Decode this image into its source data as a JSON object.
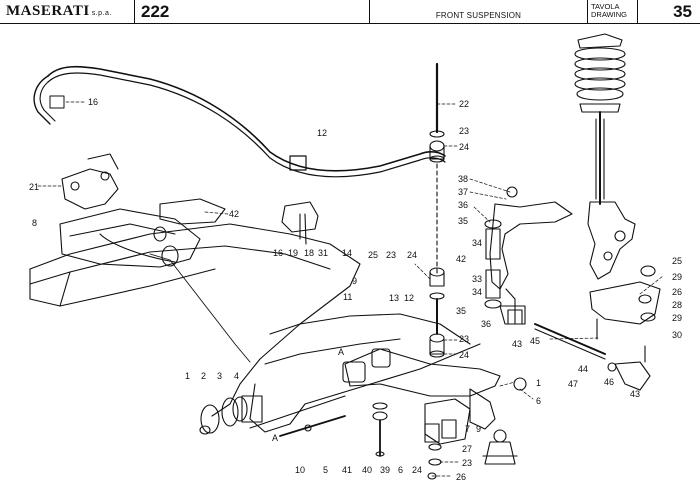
{
  "header": {
    "brand": "MASERATI",
    "brand_suffix": "s.p.a.",
    "page_number": "222",
    "section_title": "FRONT SUSPENSION",
    "label_it": "TAVOLA",
    "label_en": "DRAWING",
    "drawing_number": "35"
  },
  "callouts": [
    {
      "id": "c1",
      "text": "16"
    },
    {
      "id": "c2",
      "text": "12"
    },
    {
      "id": "c3",
      "text": "22"
    },
    {
      "id": "c4",
      "text": "23"
    },
    {
      "id": "c5",
      "text": "24"
    },
    {
      "id": "c6",
      "text": "21"
    },
    {
      "id": "c7",
      "text": "8"
    },
    {
      "id": "c8",
      "text": "42"
    },
    {
      "id": "c9",
      "text": "16"
    },
    {
      "id": "c10",
      "text": "19"
    },
    {
      "id": "c11",
      "text": "18"
    },
    {
      "id": "c12",
      "text": "31"
    },
    {
      "id": "c13",
      "text": "14"
    },
    {
      "id": "c14",
      "text": "38"
    },
    {
      "id": "c15",
      "text": "37"
    },
    {
      "id": "c16",
      "text": "36"
    },
    {
      "id": "c17",
      "text": "35"
    },
    {
      "id": "c18",
      "text": "34"
    },
    {
      "id": "c19",
      "text": "33"
    },
    {
      "id": "c20",
      "text": "34"
    },
    {
      "id": "c21",
      "text": "25"
    },
    {
      "id": "c22",
      "text": "23"
    },
    {
      "id": "c23",
      "text": "24"
    },
    {
      "id": "c24",
      "text": "42"
    },
    {
      "id": "c25",
      "text": "35"
    },
    {
      "id": "c26",
      "text": "36"
    },
    {
      "id": "c27",
      "text": "43"
    },
    {
      "id": "c28",
      "text": "45"
    },
    {
      "id": "c29",
      "text": "25"
    },
    {
      "id": "c30",
      "text": "29"
    },
    {
      "id": "c31",
      "text": "26"
    },
    {
      "id": "c32",
      "text": "28"
    },
    {
      "id": "c33",
      "text": "29"
    },
    {
      "id": "c34",
      "text": "30"
    },
    {
      "id": "c35",
      "text": "9"
    },
    {
      "id": "c36",
      "text": "11"
    },
    {
      "id": "c37",
      "text": "13"
    },
    {
      "id": "c38",
      "text": "12"
    },
    {
      "id": "c39",
      "text": "A"
    },
    {
      "id": "c40",
      "text": "23"
    },
    {
      "id": "c41",
      "text": "24"
    },
    {
      "id": "c42",
      "text": "44"
    },
    {
      "id": "c43",
      "text": "47"
    },
    {
      "id": "c44",
      "text": "46"
    },
    {
      "id": "c45",
      "text": "43"
    },
    {
      "id": "c46",
      "text": "1"
    },
    {
      "id": "c47",
      "text": "6"
    },
    {
      "id": "c48",
      "text": "1"
    },
    {
      "id": "c49",
      "text": "2"
    },
    {
      "id": "c50",
      "text": "3"
    },
    {
      "id": "c51",
      "text": "4"
    },
    {
      "id": "c52",
      "text": "A"
    },
    {
      "id": "c53",
      "text": "10"
    },
    {
      "id": "c54",
      "text": "5"
    },
    {
      "id": "c55",
      "text": "41"
    },
    {
      "id": "c56",
      "text": "40"
    },
    {
      "id": "c57",
      "text": "39"
    },
    {
      "id": "c58",
      "text": "6"
    },
    {
      "id": "c59",
      "text": "24"
    },
    {
      "id": "c60",
      "text": "7"
    },
    {
      "id": "c61",
      "text": "9"
    },
    {
      "id": "c62",
      "text": "27"
    },
    {
      "id": "c63",
      "text": "23"
    },
    {
      "id": "c64",
      "text": "26"
    }
  ]
}
